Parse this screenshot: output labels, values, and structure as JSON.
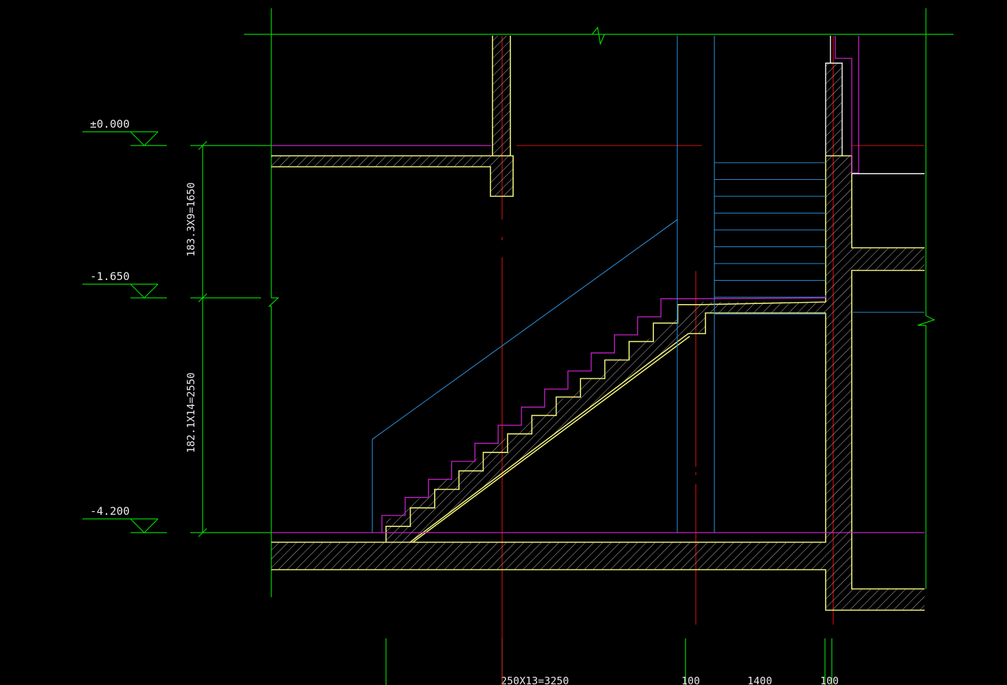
{
  "drawing": {
    "elevations": [
      {
        "id": "elev-0",
        "label": "±0.000"
      },
      {
        "id": "elev-1",
        "label": "-1.650"
      },
      {
        "id": "elev-2",
        "label": "-4.200"
      }
    ],
    "vertical_dims": [
      {
        "id": "dim-upper",
        "label": "183.3X9=1650"
      },
      {
        "id": "dim-lower",
        "label": "182.1X14=2550"
      }
    ],
    "bottom_dims": [
      {
        "id": "dim-run",
        "label": "250X13=3250"
      },
      {
        "id": "dim-100a",
        "label": "100"
      },
      {
        "id": "dim-1400",
        "label": "1400"
      },
      {
        "id": "dim-100b",
        "label": "100"
      }
    ],
    "colors": {
      "background": "#000000",
      "dimension": "#00dd00",
      "concrete_outline": "#f2f27a",
      "axis": "#e01010",
      "finish": "#d020d0",
      "railing": "#2b8fd8"
    }
  }
}
